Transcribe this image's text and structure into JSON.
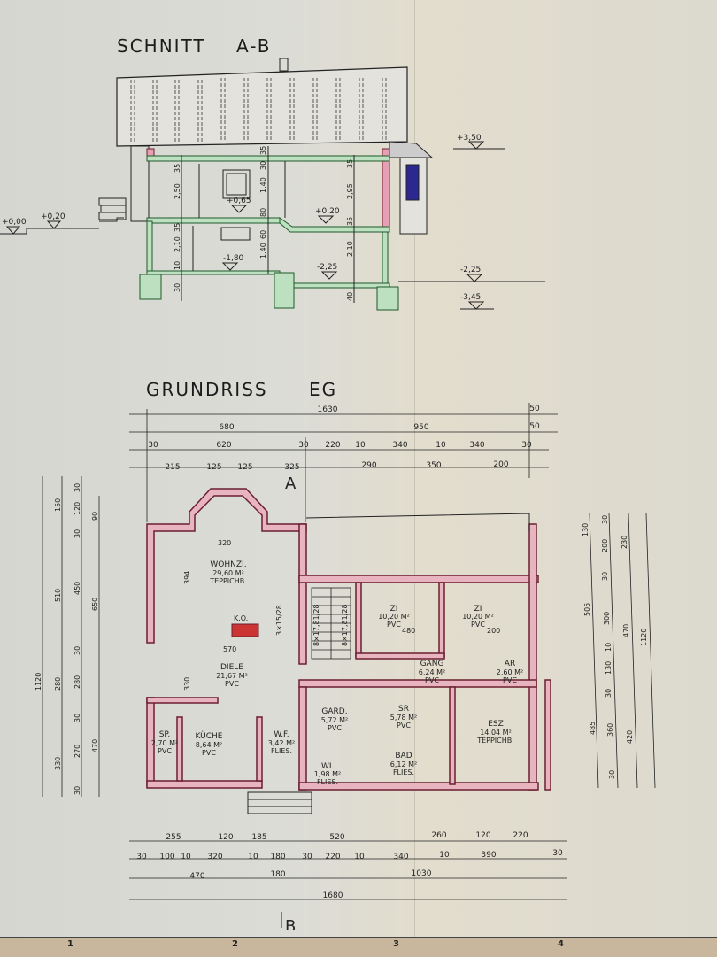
{
  "section": {
    "title": "SCHNITT",
    "label": "A-B",
    "levels": [
      "+0,00",
      "+0,20",
      "+0,65",
      "+0,20",
      "+3,50",
      "-1,80",
      "-2,25",
      "-2,25",
      "-3,45"
    ],
    "dimensions_vertical": [
      "35",
      "2,50",
      "35",
      "2,10",
      "10",
      "30",
      "35",
      "30",
      "1,40",
      "80",
      "60",
      "1,40",
      "35",
      "2,95",
      "35",
      "2,10",
      "40"
    ]
  },
  "plan": {
    "title": "GRUNDRISS",
    "label": "EG",
    "section_markers": [
      "A",
      "B"
    ],
    "top_dims": {
      "row1": [
        "1630",
        "50"
      ],
      "row2": [
        "680",
        "950",
        "50"
      ],
      "row3": [
        "30",
        "620",
        "30",
        "220",
        "10",
        "340",
        "10",
        "340",
        "30"
      ],
      "row4": [
        "215",
        "125",
        "125",
        "325",
        "290",
        "350",
        "200"
      ]
    },
    "bottom_dims": {
      "row1": [
        "255",
        "120",
        "185",
        "520",
        "260",
        "120",
        "220"
      ],
      "row2": [
        "30",
        "100",
        "10",
        "320",
        "10",
        "180",
        "30",
        "220",
        "10",
        "340",
        "10",
        "390",
        "30"
      ],
      "row3": [
        "470",
        "180",
        "1030"
      ],
      "row4": [
        "1680"
      ]
    },
    "left_dims": {
      "col1": [
        "1120"
      ],
      "col2": [
        "150",
        "510",
        "280",
        "330"
      ],
      "col3": [
        "30",
        "120",
        "30",
        "450",
        "30",
        "280",
        "30",
        "270",
        "30"
      ],
      "col4": [
        "90",
        "650",
        "470"
      ]
    },
    "right_dims": {
      "col1": [
        "130",
        "505",
        "485"
      ],
      "col2": [
        "30",
        "200",
        "30",
        "300",
        "10",
        "130",
        "30",
        "360",
        "30"
      ],
      "col3": [
        "230",
        "470",
        "420"
      ],
      "col4": [
        "1120"
      ]
    },
    "rooms": [
      {
        "name": "WOHNZI.",
        "area": "29,60 M²",
        "floor": "TEPPICHB."
      },
      {
        "name": "DIELE",
        "area": "21,67 M²",
        "floor": "PVC"
      },
      {
        "name": "ZI",
        "area": "10,20 M²",
        "floor": "PVC"
      },
      {
        "name": "ZI",
        "area": "10,20 M²",
        "floor": "PVC"
      },
      {
        "name": "GANG",
        "area": "6,24 M²",
        "floor": "PVC"
      },
      {
        "name": "AR",
        "area": "2,60 M²",
        "floor": "PVC"
      },
      {
        "name": "GARD.",
        "area": "5,72 M²",
        "floor": "PVC"
      },
      {
        "name": "SR",
        "area": "5,78 M²",
        "floor": "PVC"
      },
      {
        "name": "BAD",
        "area": "6,12 M²",
        "floor": "FLIES."
      },
      {
        "name": "WL",
        "area": "1,98 M²",
        "floor": "FLIES."
      },
      {
        "name": "ESZ",
        "area": "14,04 M²",
        "floor": "TEPPICHB."
      },
      {
        "name": "SP.",
        "area": "2,70 M²",
        "floor": "PVC"
      },
      {
        "name": "KÜCHE",
        "area": "8,64 M²",
        "floor": "PVC"
      },
      {
        "name": "W.F.",
        "area": "3,42 M²",
        "floor": "FLIES."
      }
    ],
    "labels": {
      "ko": "K.O.",
      "stair1": "3×15/28",
      "stair2": "8×17,81/28",
      "stair3": "8×17,81/28",
      "wohnzi_width": "320",
      "wohnzi_height": "394",
      "diele_width": "570",
      "zi_width": "480",
      "zi2_width": "200",
      "diele_height": "330"
    }
  },
  "title_block": {
    "columns": [
      "1",
      "2",
      "3",
      "4"
    ]
  }
}
